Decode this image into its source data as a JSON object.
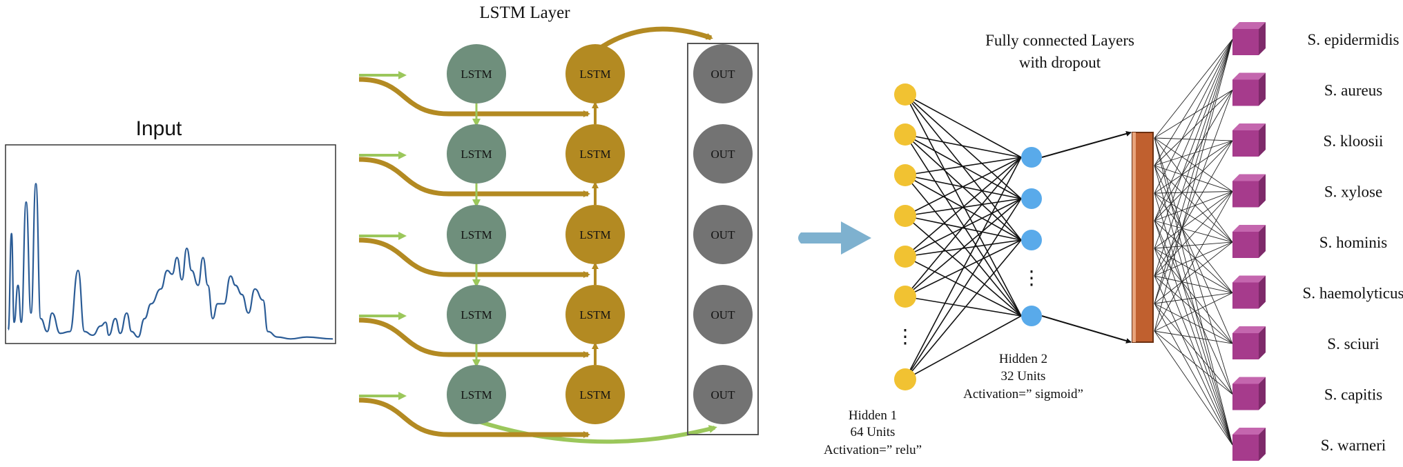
{
  "input_panel": {
    "title": "Input",
    "spectrum": [
      [
        0,
        0.06
      ],
      [
        0.01,
        0.58
      ],
      [
        0.018,
        0.1
      ],
      [
        0.03,
        0.3
      ],
      [
        0.04,
        0.1
      ],
      [
        0.055,
        0.75
      ],
      [
        0.07,
        0.15
      ],
      [
        0.085,
        0.85
      ],
      [
        0.1,
        0.12
      ],
      [
        0.12,
        0.05
      ],
      [
        0.135,
        0.15
      ],
      [
        0.16,
        0.04
      ],
      [
        0.19,
        0.05
      ],
      [
        0.215,
        0.38
      ],
      [
        0.235,
        0.05
      ],
      [
        0.26,
        0.03
      ],
      [
        0.285,
        0.08
      ],
      [
        0.3,
        0.1
      ],
      [
        0.31,
        0.03
      ],
      [
        0.33,
        0.12
      ],
      [
        0.345,
        0.04
      ],
      [
        0.365,
        0.15
      ],
      [
        0.38,
        0.05
      ],
      [
        0.4,
        0.02
      ],
      [
        0.42,
        0.12
      ],
      [
        0.44,
        0.2
      ],
      [
        0.47,
        0.28
      ],
      [
        0.49,
        0.38
      ],
      [
        0.505,
        0.36
      ],
      [
        0.52,
        0.45
      ],
      [
        0.535,
        0.33
      ],
      [
        0.55,
        0.5
      ],
      [
        0.565,
        0.38
      ],
      [
        0.585,
        0.3
      ],
      [
        0.6,
        0.45
      ],
      [
        0.615,
        0.3
      ],
      [
        0.63,
        0.12
      ],
      [
        0.645,
        0.2
      ],
      [
        0.665,
        0.2
      ],
      [
        0.685,
        0.35
      ],
      [
        0.7,
        0.3
      ],
      [
        0.72,
        0.25
      ],
      [
        0.74,
        0.15
      ],
      [
        0.76,
        0.28
      ],
      [
        0.785,
        0.22
      ],
      [
        0.8,
        0.05
      ],
      [
        0.83,
        0.02
      ],
      [
        0.87,
        0.01
      ],
      [
        0.92,
        0.02
      ],
      [
        1,
        0.01
      ]
    ]
  },
  "lstm_block": {
    "title": "LSTM Layer",
    "rows": [
      {
        "cell1": "LSTM",
        "cell2": "LSTM",
        "out": "OUT"
      },
      {
        "cell1": "LSTM",
        "cell2": "LSTM",
        "out": "OUT"
      },
      {
        "cell1": "LSTM",
        "cell2": "LSTM",
        "out": "OUT"
      },
      {
        "cell1": "LSTM",
        "cell2": "LSTM",
        "out": "OUT"
      },
      {
        "cell1": "LSTM",
        "cell2": "LSTM",
        "out": "OUT"
      }
    ]
  },
  "dense_block": {
    "title_line1": "Fully connected Layers",
    "title_line2": "with dropout",
    "hidden1": {
      "line1": "Hidden 1",
      "line2": "64 Units",
      "line3": "Activation=” relu”",
      "ellipsis": "⋮"
    },
    "hidden2": {
      "line1": "Hidden 2",
      "line2": "32 Units",
      "line3": "Activation=” sigmoid”",
      "ellipsis": "⋮"
    }
  },
  "classes": [
    "S. epidermidis",
    "S. aureus",
    "S. kloosii",
    "S. xylose",
    "S. hominis",
    "S. haemolyticus",
    "S. sciuri",
    "S. capitis",
    "S. warneri"
  ],
  "colors": {
    "lstm1": "#6f8f7c",
    "lstm2": "#b38a22",
    "out": "#737373",
    "gold_arrow": "#b38a22",
    "green_arrow": "#9bc75b",
    "h1_node": "#f1c232",
    "h2_node": "#59aaea",
    "dropout_bar": "#c0602f",
    "class_cube": "#a63b8c",
    "big_arrow": "#7eb1cf",
    "spectrum": "#2b5c96"
  }
}
